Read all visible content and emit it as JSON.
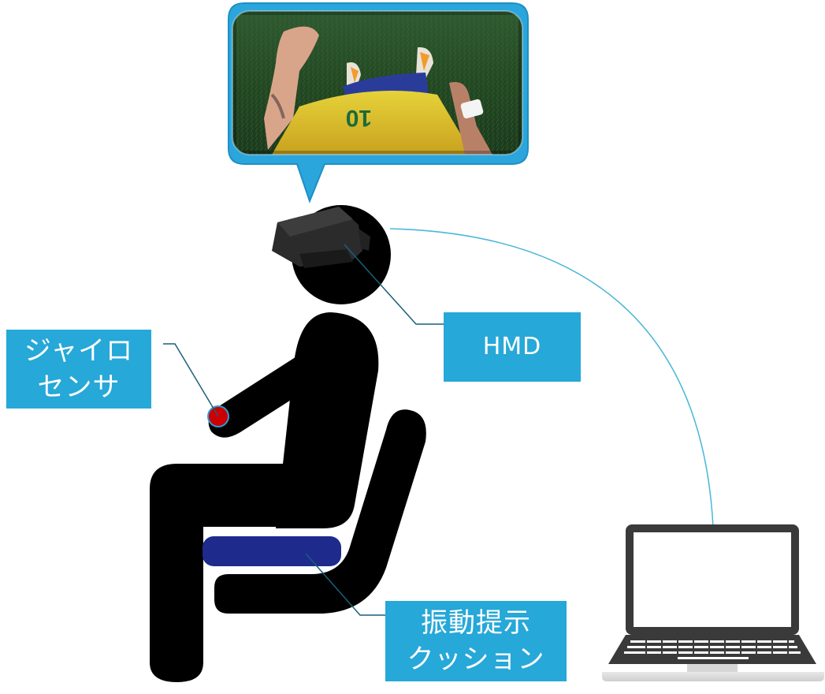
{
  "labels": {
    "hmd": {
      "line1": "HMD"
    },
    "gyro_sensor": {
      "line1": "ジャイロ",
      "line2": "センサ"
    },
    "vibration_cushion": {
      "line1": "振動提示",
      "line2": "クッション"
    }
  },
  "colors": {
    "label_fill": "#26a8d8",
    "figure": "#000000",
    "cushion": "#1e2a8c",
    "gyro_sensor": "#cc0000",
    "bubble_border": "#2a9fd6",
    "connector_line": "#1a5f7a",
    "cable": "#4bb8d8",
    "laptop_frame": "#3a3a3a"
  },
  "icons": {
    "hmd": "vr-headset-icon",
    "computer": "laptop-icon",
    "view": "first-person-vr-view-image"
  }
}
